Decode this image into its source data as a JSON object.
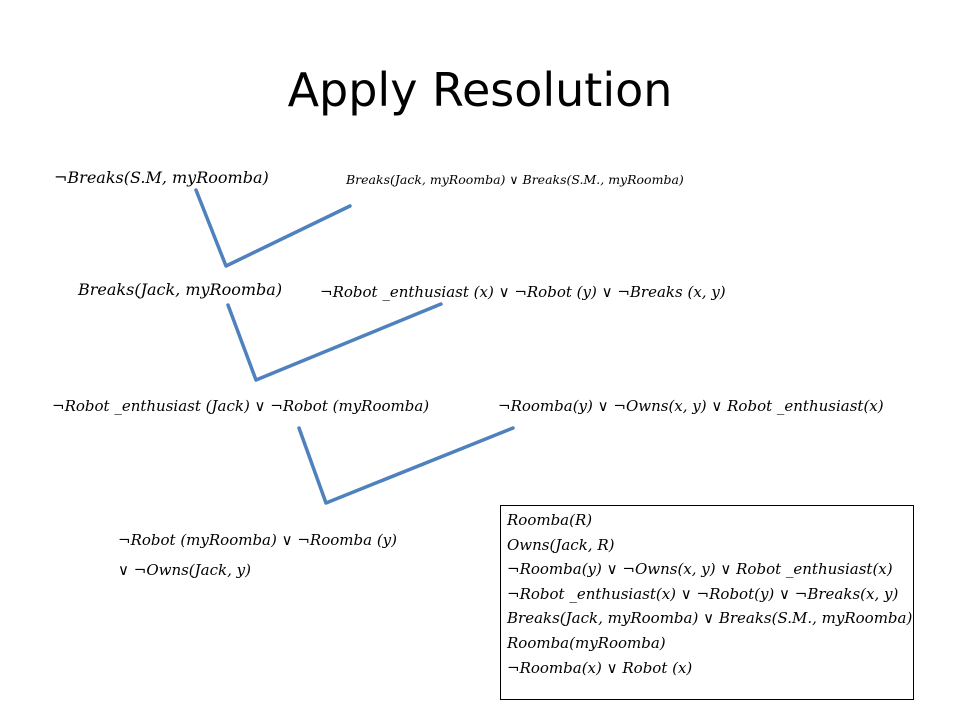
{
  "slide": {
    "title": "Apply Resolution"
  },
  "resolution_steps": {
    "clause_1": "¬Breaks(S.M, myRoomba)",
    "clause_2": "Breaks(Jack, myRoomba) ∨ Breaks(S.M., myRoomba)",
    "clause_3": "Breaks(Jack, myRoomba)",
    "clause_4": "¬Robot _enthusiast (x) ∨ ¬Robot (y) ∨ ¬Breaks (x, y)",
    "clause_5": "¬Robot _enthusiast (Jack) ∨ ¬Robot (myRoomba)",
    "clause_6": "¬Roomba(y) ∨ ¬Owns(x, y) ∨ Robot _enthusiast(x)",
    "clause_7_line1": "¬Robot (myRoomba) ∨ ¬Roomba (y)",
    "clause_7_line2": "∨ ¬Owns(Jack, y)"
  },
  "knowledge_base": [
    "Roomba(R)",
    "Owns(Jack, R)",
    "¬Roomba(y) ∨ ¬Owns(x, y) ∨ Robot _enthusiast(x)",
    "¬Robot _enthusiast(x) ∨ ¬Robot(y) ∨ ¬Breaks(x, y)",
    "Breaks(Jack, myRoomba) ∨ Breaks(S.M., myRoomba)",
    "Roomba(myRoomba)",
    "¬Roomba(x) ∨ Robot (x)"
  ],
  "colors": {
    "connector": "#4F81BD",
    "text": "#000000",
    "box_border": "#000000"
  }
}
